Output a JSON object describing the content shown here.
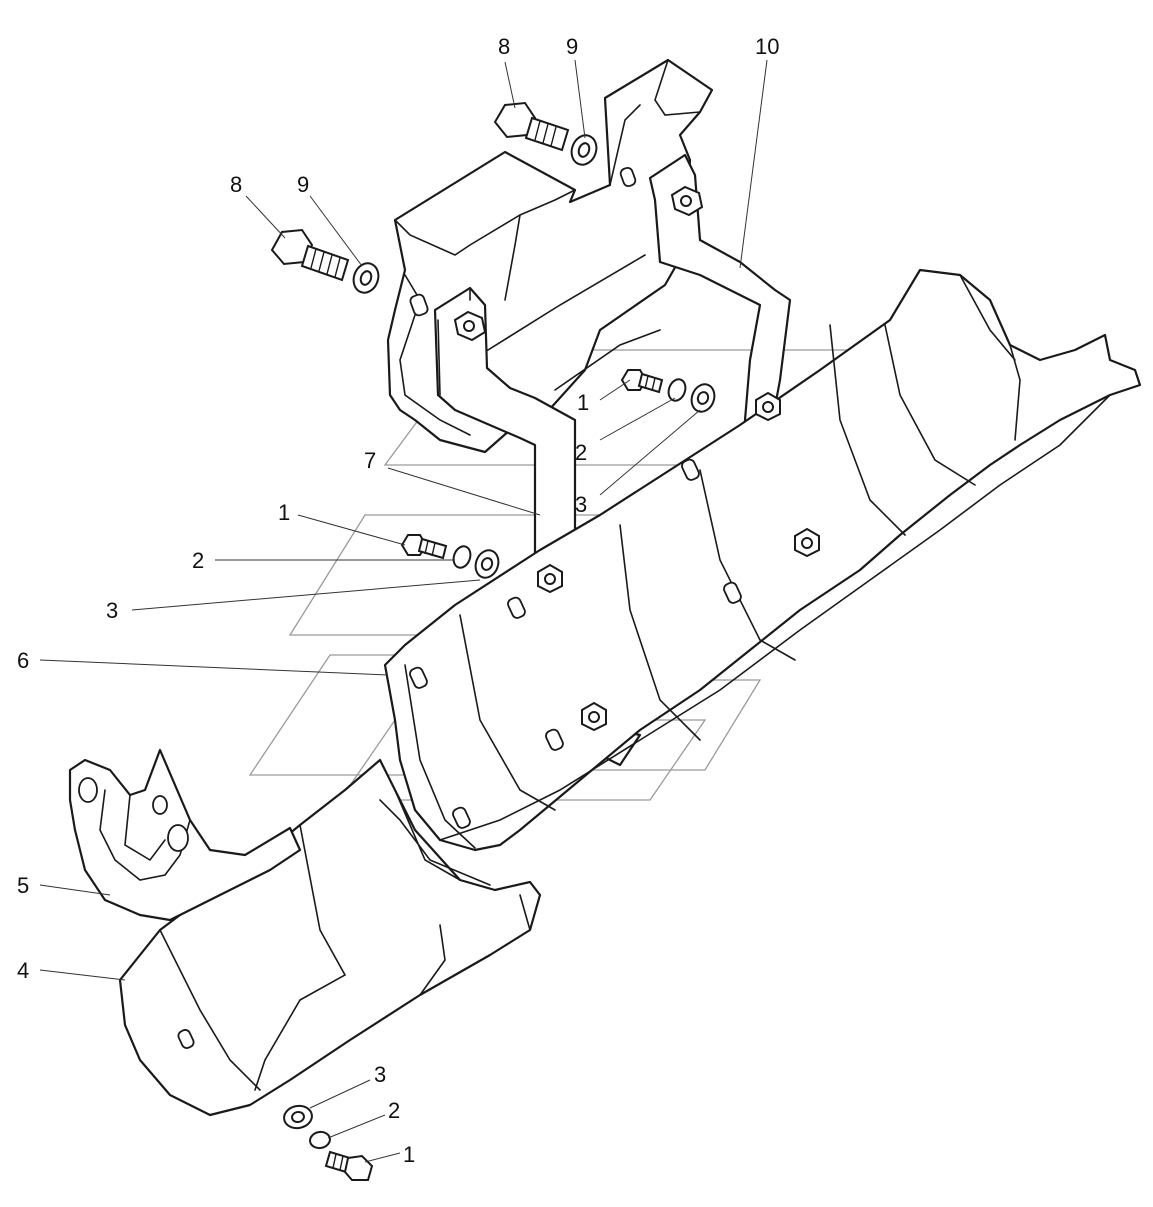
{
  "callouts": [
    {
      "id": "c-8a",
      "text": "8"
    },
    {
      "id": "c-9a",
      "text": "9"
    },
    {
      "id": "c-10",
      "text": "10"
    },
    {
      "id": "c-8b",
      "text": "8"
    },
    {
      "id": "c-9b",
      "text": "9"
    },
    {
      "id": "c-1a",
      "text": "1"
    },
    {
      "id": "c-2a",
      "text": "2"
    },
    {
      "id": "c-3a",
      "text": "3"
    },
    {
      "id": "c-7",
      "text": "7"
    },
    {
      "id": "c-1b",
      "text": "1"
    },
    {
      "id": "c-2b",
      "text": "2"
    },
    {
      "id": "c-3b",
      "text": "3"
    },
    {
      "id": "c-6",
      "text": "6"
    },
    {
      "id": "c-5",
      "text": "5"
    },
    {
      "id": "c-4",
      "text": "4"
    },
    {
      "id": "c-3c",
      "text": "3"
    },
    {
      "id": "c-2c",
      "text": "2"
    },
    {
      "id": "c-1c",
      "text": "1"
    }
  ]
}
